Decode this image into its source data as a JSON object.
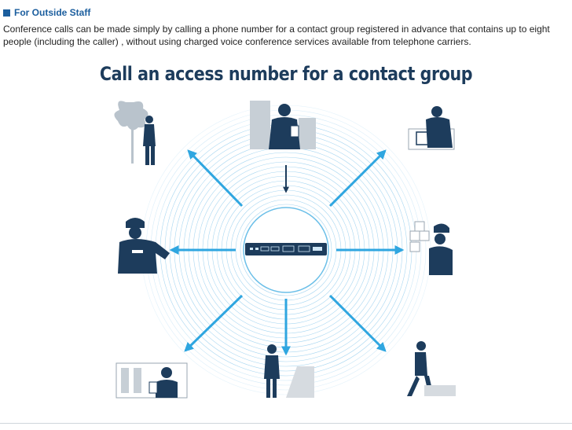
{
  "section": {
    "icon": "square-bullet-icon",
    "title": "For Outside Staff",
    "color": "#1b5e9e"
  },
  "intro_text": "Conference calls can be made simply by calling a phone number for a contact group registered in advance that contains up to eight people (including the caller) , without using charged voice conference services available from telephone carriers.",
  "diagram": {
    "title": "Call an access number for a contact group",
    "title_color": "#1d3c5c",
    "arrow_color": "#2fa6e0",
    "figure_color": "#1d3c5c",
    "center_device": "conference-unit-icon",
    "participants": [
      {
        "name": "person-outdoors-near-tree",
        "icon": "person-tree-icon"
      },
      {
        "name": "caller-in-city",
        "icon": "person-buildings-icon"
      },
      {
        "name": "person-at-desk-computer",
        "icon": "person-computer-icon"
      },
      {
        "name": "worker-in-cap-with-phone",
        "icon": "person-cap-icon"
      },
      {
        "name": "warehouse-worker-with-boxes",
        "icon": "person-boxes-icon"
      },
      {
        "name": "office-worker-with-phone",
        "icon": "person-office-icon"
      },
      {
        "name": "person-standing-at-counter",
        "icon": "person-counter-icon"
      },
      {
        "name": "person-walking-with-phone",
        "icon": "person-walking-icon"
      }
    ]
  }
}
